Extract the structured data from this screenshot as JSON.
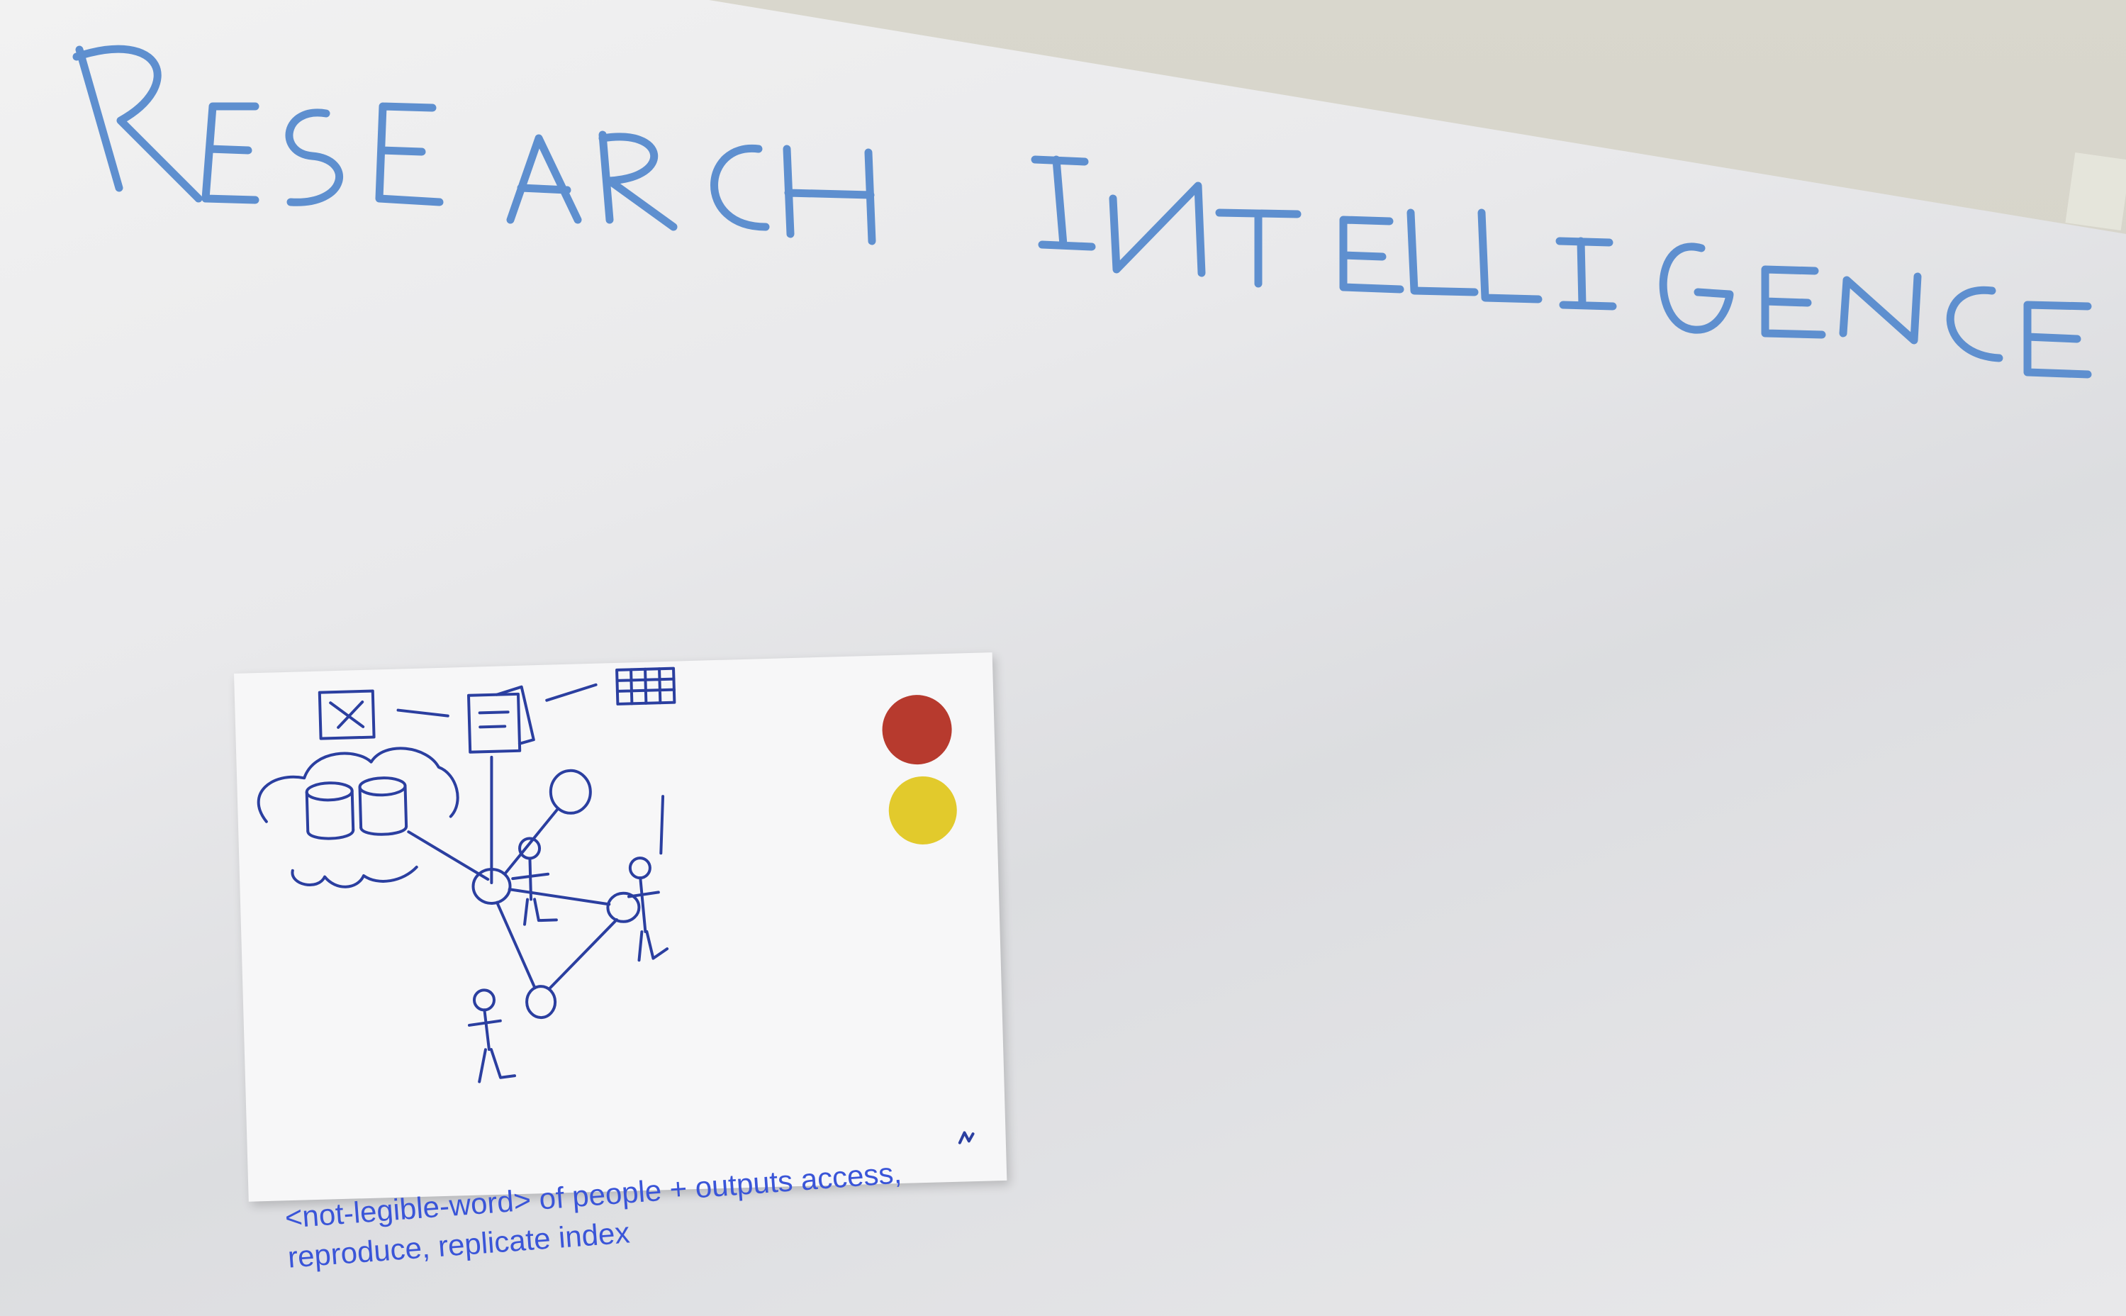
{
  "poster": {
    "title": "RESEARCH INTELLIGENCE",
    "ink_color": "#5e8fcf"
  },
  "sketch_card": {
    "ink_color": "#2b3fa0",
    "stickers": [
      {
        "name": "red-dot",
        "color": "#b73a2e"
      },
      {
        "name": "yellow-dot",
        "color": "#e2ca2c"
      }
    ]
  },
  "caption": {
    "line1": "<not-legible-word> of people + outputs access,",
    "line2": "reproduce, replicate index",
    "color": "#3a55d8"
  }
}
